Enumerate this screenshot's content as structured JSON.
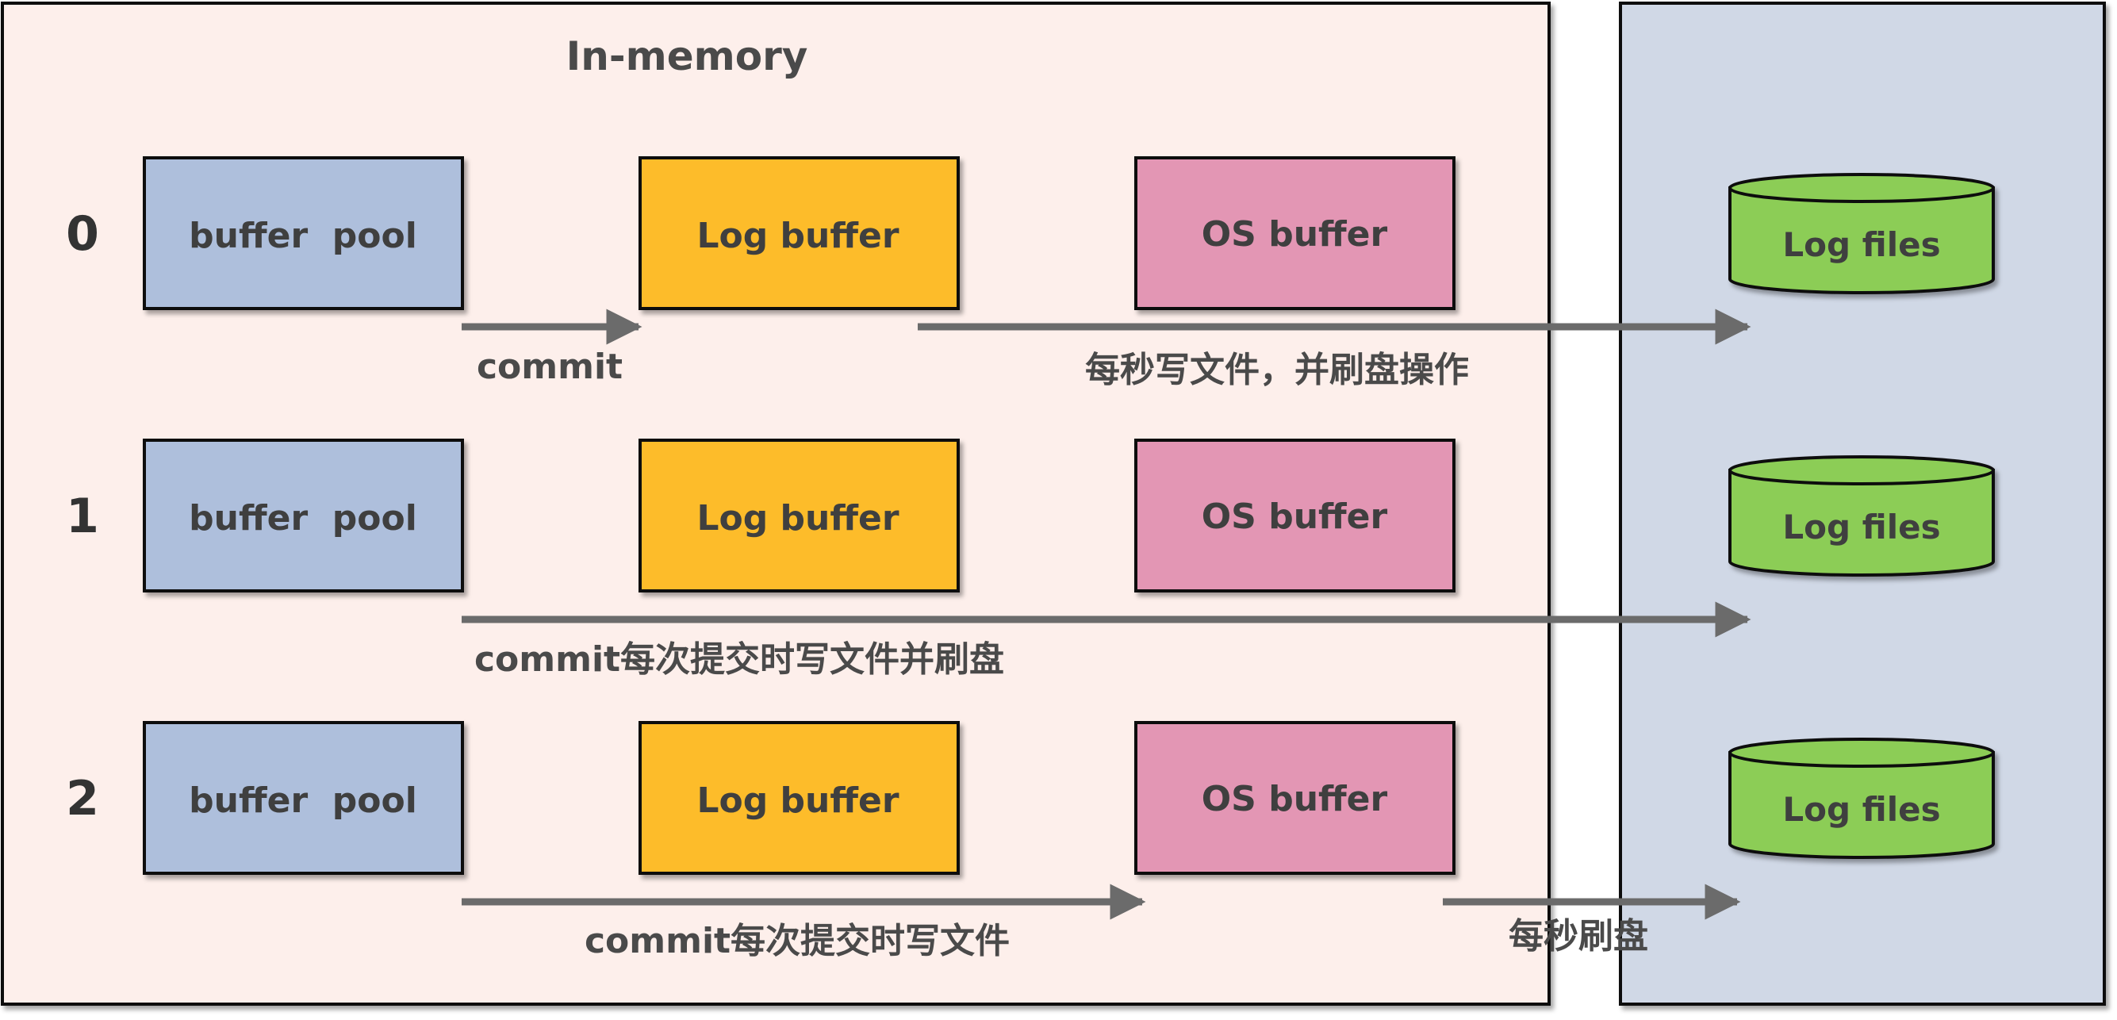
{
  "memory_region": {
    "title": "In-memory",
    "fill": "#fdefeb"
  },
  "disk_region": {
    "fill": "#d0d8e6"
  },
  "rows": [
    {
      "label": "0",
      "buffer_pool": "buffer  pool",
      "log_buffer": "Log buffer",
      "os_buffer": "OS buffer",
      "log_files": "Log files",
      "commit_label": "commit",
      "flush_label": "每秒写文件，并刷盘操作"
    },
    {
      "label": "1",
      "buffer_pool": "buffer  pool",
      "log_buffer": "Log buffer",
      "os_buffer": "OS buffer",
      "log_files": "Log files",
      "commit_label": "commit每次提交时写文件并刷盘"
    },
    {
      "label": "2",
      "buffer_pool": "buffer  pool",
      "log_buffer": "Log buffer",
      "os_buffer": "OS buffer",
      "log_files": "Log files",
      "commit_label": "commit每次提交时写文件",
      "flush_label": "每秒刷盘"
    }
  ],
  "colors": {
    "buffer_pool": "#aebfdc",
    "log_buffer": "#fdbc2c",
    "os_buffer": "#e396b4",
    "log_files": "#8ccd56",
    "arrow": "#6b6b6b",
    "text": "#3f3f3f",
    "label": "#333333",
    "stroke": "#111111"
  },
  "icons": [
    "arrow-right-icon",
    "cylinder-icon"
  ]
}
